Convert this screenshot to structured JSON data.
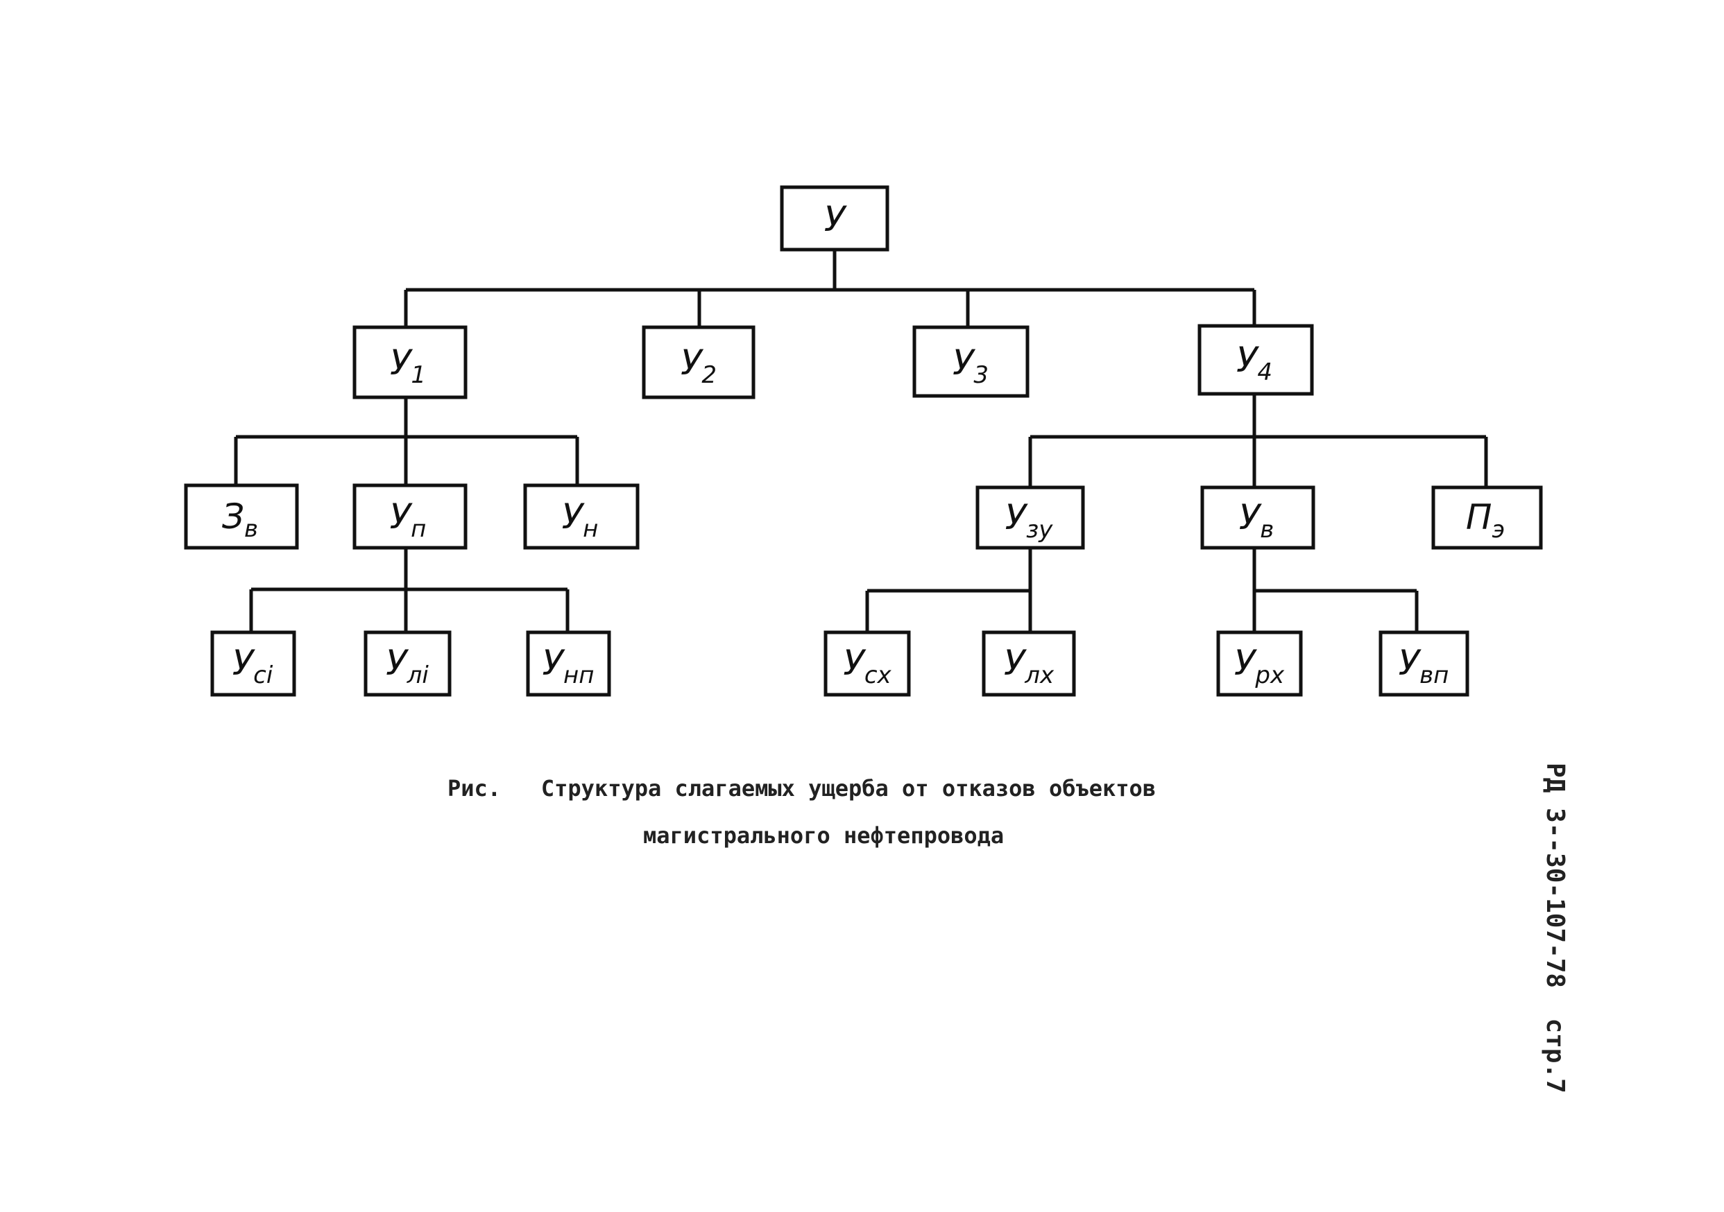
{
  "nodes": {
    "u": {
      "main": "У",
      "sub": ""
    },
    "u1": {
      "main": "У",
      "sub": "1"
    },
    "u2": {
      "main": "У",
      "sub": "2"
    },
    "u3": {
      "main": "У",
      "sub": "3"
    },
    "u4": {
      "main": "У",
      "sub": "4"
    },
    "zv": {
      "main": "З",
      "sub": "в"
    },
    "up": {
      "main": "У",
      "sub": "п"
    },
    "un": {
      "main": "У",
      "sub": "н"
    },
    "uzu": {
      "main": "У",
      "sub": "зу"
    },
    "uv": {
      "main": "У",
      "sub": "в"
    },
    "pe": {
      "main": "П",
      "sub": "э"
    },
    "uci": {
      "main": "У",
      "sub": "сi"
    },
    "uli": {
      "main": "У",
      "sub": "лi"
    },
    "unp": {
      "main": "У",
      "sub": "нп"
    },
    "ucx": {
      "main": "У",
      "sub": "сх"
    },
    "ulx": {
      "main": "У",
      "sub": "лх"
    },
    "upx": {
      "main": "У",
      "sub": "рх"
    },
    "uvp": {
      "main": "У",
      "sub": "вп"
    }
  },
  "caption": {
    "label": "Рис.",
    "line1": "Структура слагаемых ущерба от отказов объектов",
    "line2": "магистрального нефтепровода"
  },
  "side_reference": "РД 3‐-30-107-78  стр.7"
}
